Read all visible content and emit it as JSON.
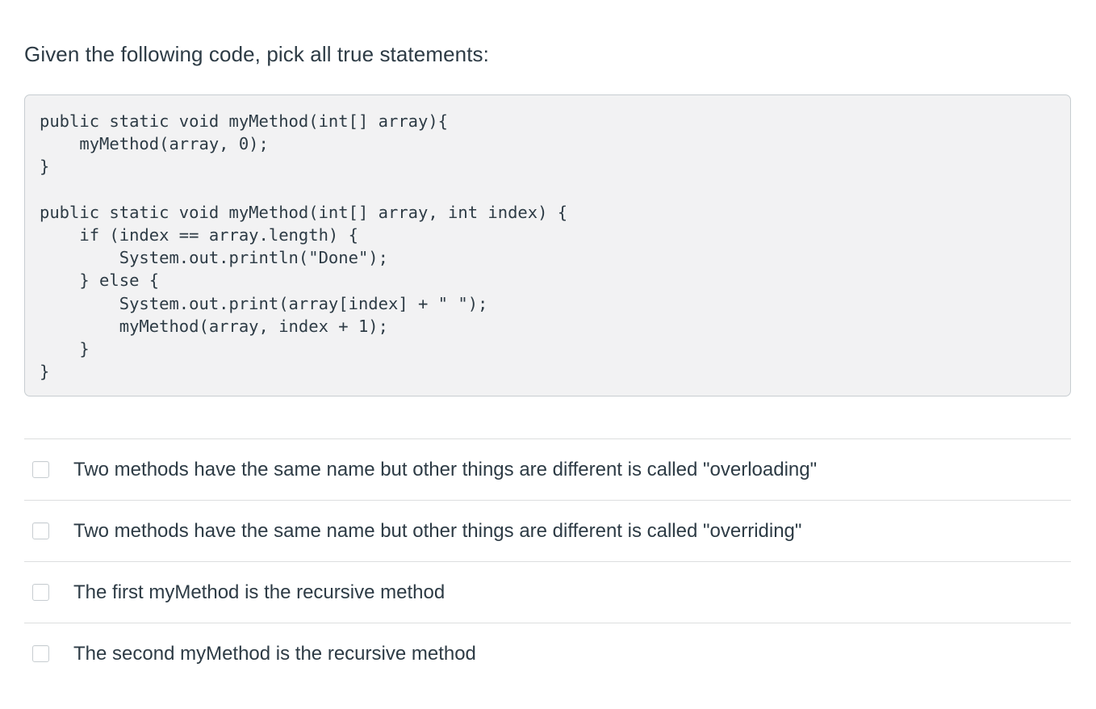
{
  "question": {
    "prompt": "Given the following code, pick all true statements:",
    "code": "public static void myMethod(int[] array){\n    myMethod(array, 0);\n}\n\npublic static void myMethod(int[] array, int index) {\n    if (index == array.length) {\n        System.out.println(\"Done\");\n    } else {\n        System.out.print(array[index] + \" \");\n        myMethod(array, index + 1);\n    }\n}"
  },
  "answers": [
    {
      "label": "Two methods have the same name but other things are different is called \"overloading\"",
      "checked": false
    },
    {
      "label": "Two methods have the same name but other things are different is called \"overriding\"",
      "checked": false
    },
    {
      "label": "The first myMethod is the recursive method",
      "checked": false
    },
    {
      "label": "The second myMethod is the recursive method",
      "checked": false
    }
  ],
  "colors": {
    "text": "#2d3b45",
    "code_background": "#f2f2f3",
    "code_border": "#c7cdd1",
    "divider": "#dcdedf",
    "checkbox_border": "#c7cdd1",
    "page_background": "#ffffff"
  }
}
